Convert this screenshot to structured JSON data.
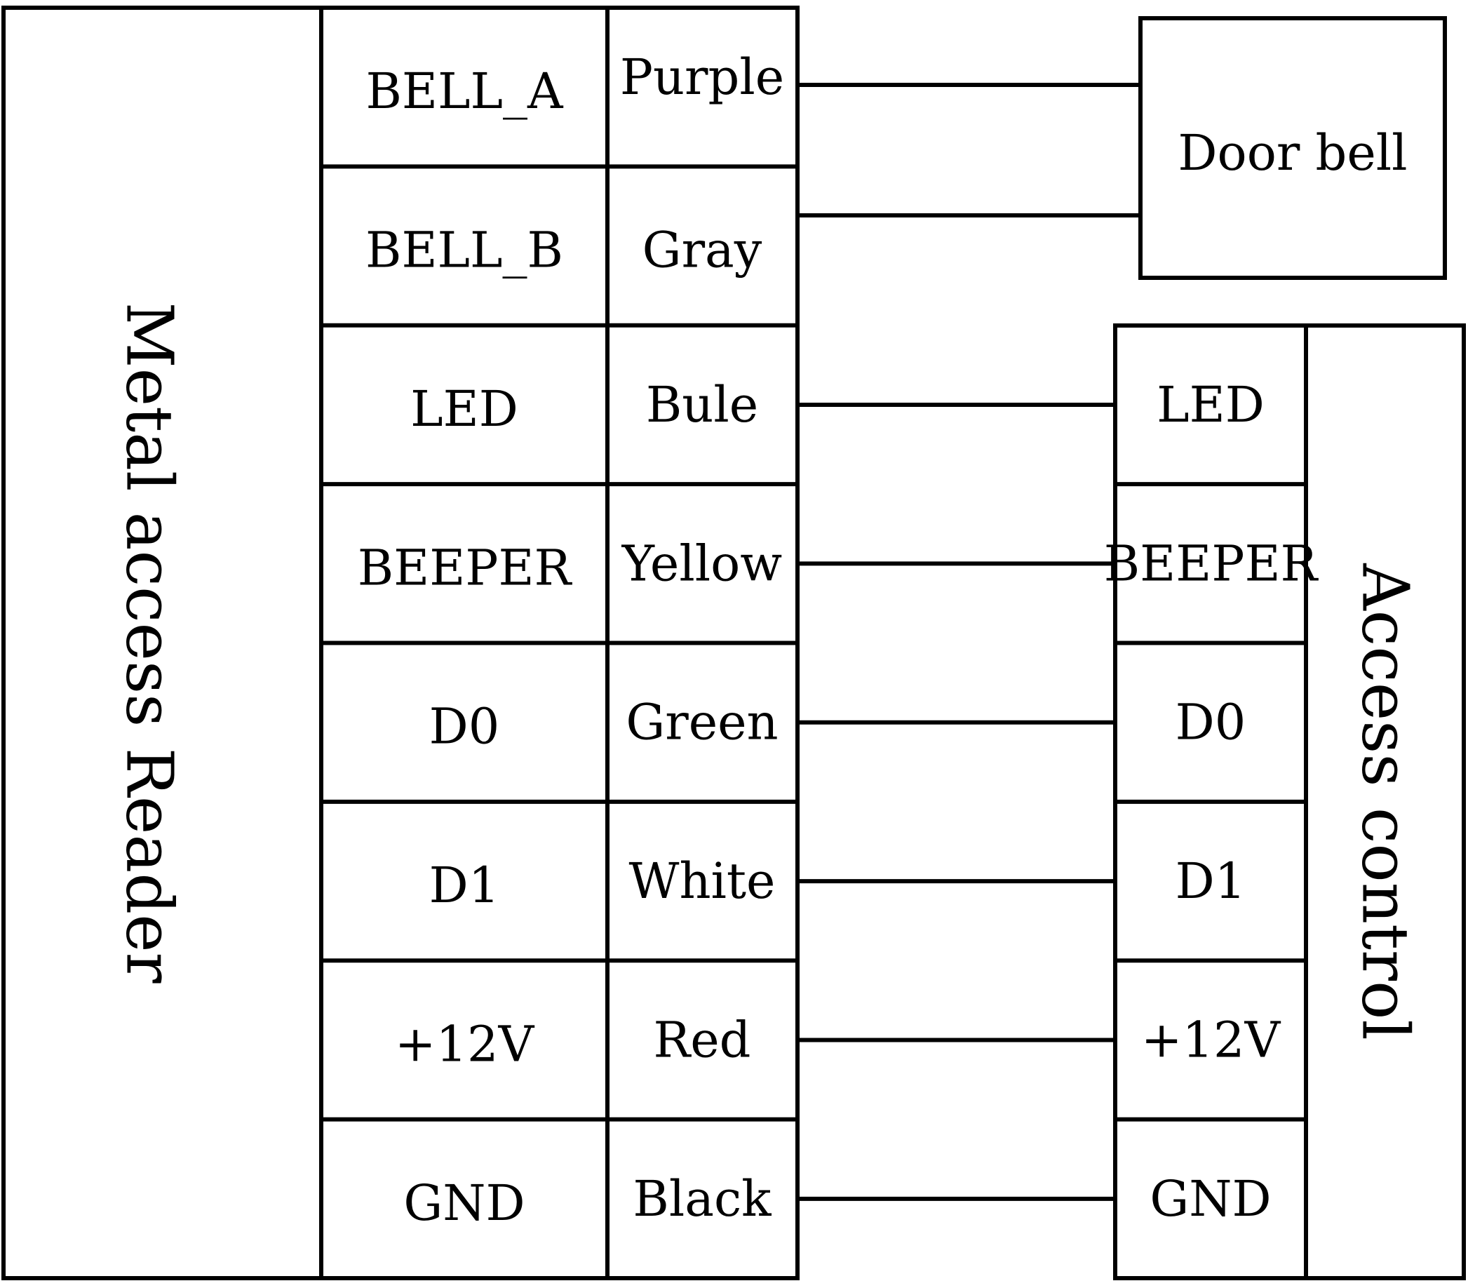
{
  "reader": {
    "title": "Metal access Reader",
    "signals": [
      "BELL_A",
      "BELL_B",
      "LED",
      "BEEPER",
      "D0",
      "D1",
      "+12V",
      "GND"
    ],
    "wire_colors": [
      "Purple",
      "Gray",
      "Bule",
      "Yellow",
      "Green",
      "White",
      "Red",
      "Black"
    ]
  },
  "door_bell": {
    "label": "Door bell"
  },
  "controller": {
    "title": "Access control",
    "signals": [
      "LED",
      "BEEPER",
      "D0",
      "D1",
      "+12V",
      "GND"
    ]
  }
}
